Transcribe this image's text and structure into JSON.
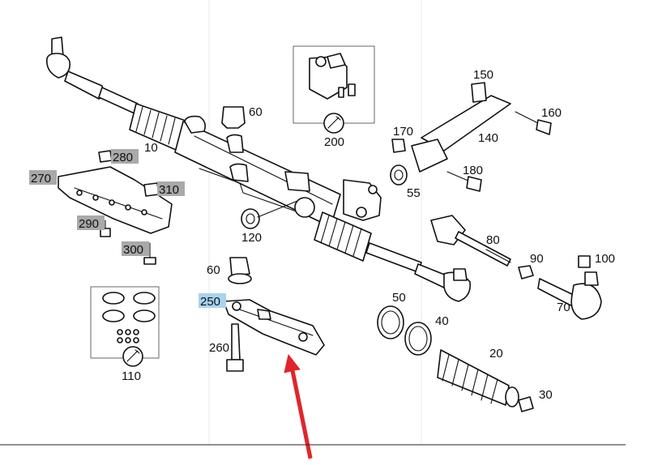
{
  "diagram": {
    "labels": {
      "p10": "10",
      "p20": "20",
      "p30": "30",
      "p40": "40",
      "p50": "50",
      "p55": "55",
      "p60a": "60",
      "p60b": "60",
      "p70": "70",
      "p80": "80",
      "p90": "90",
      "p100": "100",
      "p110": "110",
      "p120": "120",
      "p140": "140",
      "p150": "150",
      "p160": "160",
      "p170": "170",
      "p180": "180",
      "p200": "200",
      "p250": "250",
      "p260": "260",
      "p270": "270",
      "p280": "280",
      "p290": "290",
      "p300": "300",
      "p310": "310"
    },
    "highlight_colors": {
      "gray": "#a9a9a9",
      "blue": "#a9d3ef"
    },
    "arrow_color": "#e0262b"
  }
}
